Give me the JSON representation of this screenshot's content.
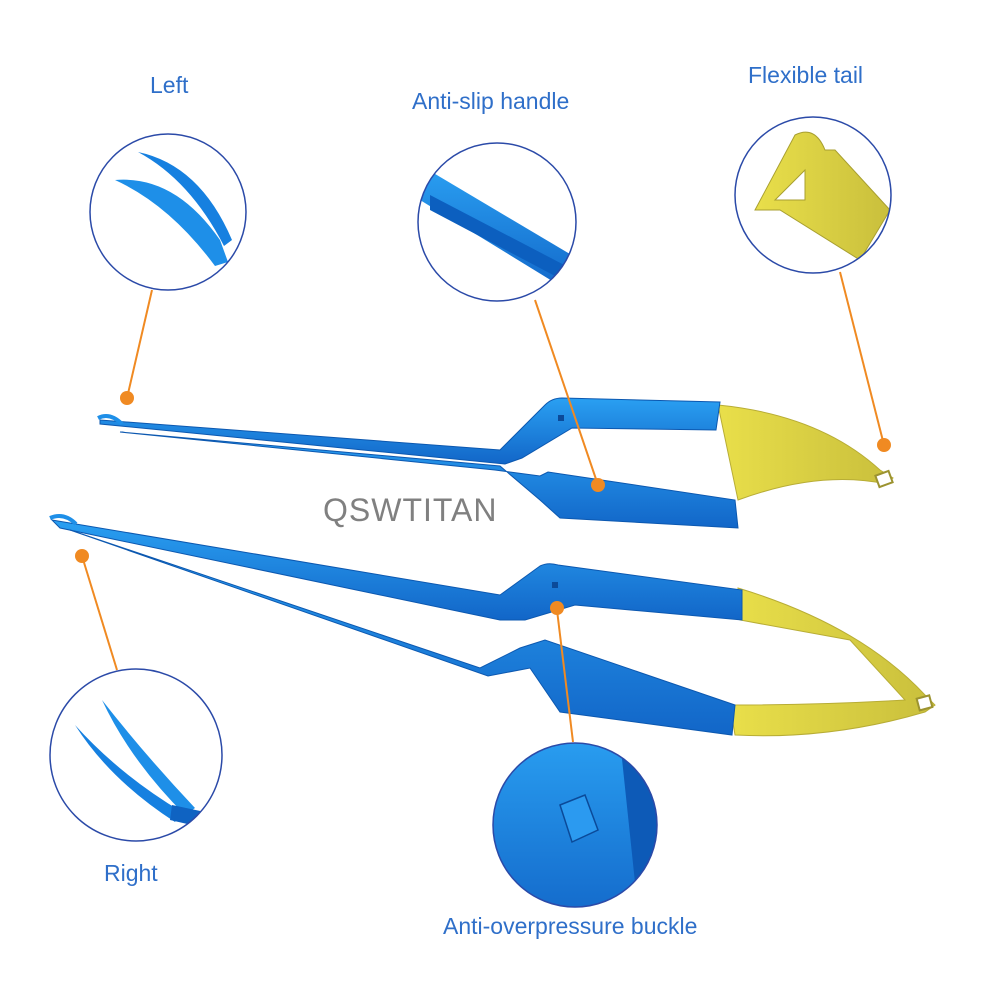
{
  "labels": {
    "left": "Left",
    "anti_slip": "Anti-slip handle",
    "flexible_tail": "Flexible tail",
    "right": "Right",
    "anti_overpressure": "Anti-overpressure buckle"
  },
  "watermark": "QSWTITAN",
  "colors": {
    "label_text": "#2f6fc9",
    "instrument_blue": "#1e8fe8",
    "instrument_dark": "#0f63c2",
    "tail_gold": "#d8cf46",
    "leader_orange": "#f08a22",
    "circle_border": "#2b4aa8"
  }
}
